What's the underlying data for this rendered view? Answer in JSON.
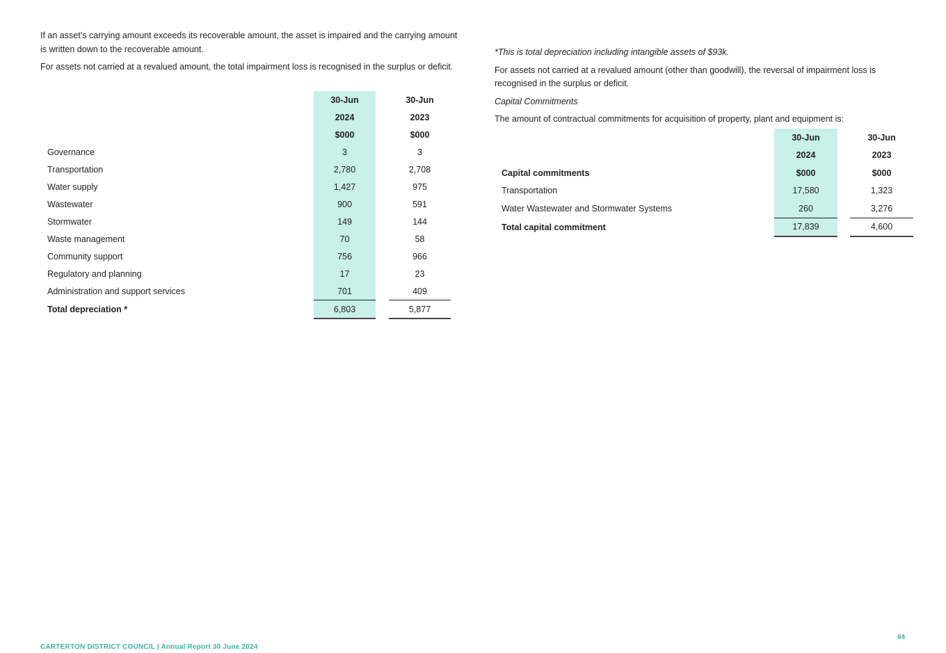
{
  "left": {
    "paragraphs": [
      "If an asset’s carrying amount exceeds its recoverable amount, the asset is impaired and the carrying amount is written down to the recoverable amount.",
      "For assets not carried at a revalued amount, the total impairment loss is recognised in the surplus or deficit."
    ],
    "depreciation_table": {
      "headers": [
        {
          "col2024": "30-Jun",
          "col2023": "30-Jun"
        },
        {
          "col2024": "2024",
          "col2023": "2023"
        },
        {
          "col2024": "$000",
          "col2023": "$000"
        }
      ],
      "rows": [
        {
          "label": "Governance",
          "v2024": "3",
          "v2023": "3"
        },
        {
          "label": "Transportation",
          "v2024": "2,780",
          "v2023": "2,708"
        },
        {
          "label": "Water supply",
          "v2024": "1,427",
          "v2023": "975"
        },
        {
          "label": "Wastewater",
          "v2024": "900",
          "v2023": "591"
        },
        {
          "label": "Stormwater",
          "v2024": "149",
          "v2023": "144"
        },
        {
          "label": "Waste management",
          "v2024": "70",
          "v2023": "58"
        },
        {
          "label": "Community support",
          "v2024": "756",
          "v2023": "966"
        },
        {
          "label": "Regulatory and planning",
          "v2024": "17",
          "v2023": "23"
        },
        {
          "label": "Administration and support services",
          "v2024": "701",
          "v2023": "409"
        }
      ],
      "total": {
        "label": "Total depreciation *",
        "v2024": "6,803",
        "v2023": "5,877"
      }
    }
  },
  "right": {
    "footnote": "*This is total depreciation including intangible assets of $93k.",
    "paragraph": "For assets not carried at a revalued amount (other than goodwill), the reversal of impairment loss is recognised in the surplus or deficit.",
    "section_title": "Capital Commitments",
    "intro": "The amount of contractual commitments for acquisition of property, plant and equipment is:",
    "capital_table": {
      "headers": [
        {
          "label": "",
          "col2024": "30-Jun",
          "col2023": "30-Jun"
        },
        {
          "label": "",
          "col2024": "2024",
          "col2023": "2023"
        },
        {
          "label": "Capital commitments",
          "col2024": "$000",
          "col2023": "$000"
        }
      ],
      "rows": [
        {
          "label": "Transportation",
          "v2024": "17,580",
          "v2023": "1,323"
        },
        {
          "label": "Water Wastewater and Stormwater Systems",
          "v2024": "260",
          "v2023": "3,276"
        }
      ],
      "total": {
        "label": "Total capital commitment",
        "v2024": "17,839",
        "v2023": "4,600"
      }
    }
  },
  "footer": {
    "text": "CARTERTON DISTRICT COUNCIL | Annual Report 30 June 2024",
    "page_number": "64",
    "accent_color": "#3fb3a5",
    "shade_color": "#c9f0e9"
  }
}
